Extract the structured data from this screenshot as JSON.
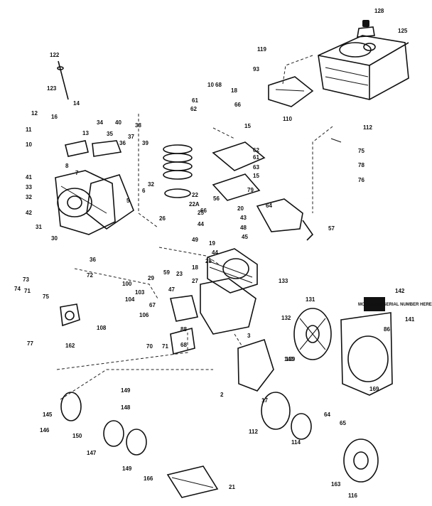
{
  "diagram": {
    "callout_labels": [
      "128",
      "125",
      "119",
      "93",
      "10",
      "18",
      "68",
      "61",
      "62",
      "66",
      "15",
      "122",
      "123",
      "14",
      "12",
      "16",
      "11",
      "13",
      "34",
      "40",
      "35",
      "36",
      "37",
      "38",
      "39",
      "10",
      "8",
      "7",
      "41",
      "33",
      "32",
      "6",
      "5",
      "42",
      "31",
      "30",
      "32",
      "22",
      "22A",
      "25",
      "26",
      "62",
      "61",
      "63",
      "15",
      "110",
      "112",
      "75",
      "78",
      "76",
      "79",
      "64",
      "57",
      "56",
      "20",
      "66",
      "43",
      "48",
      "45",
      "44",
      "49",
      "19",
      "44",
      "18",
      "28",
      "47",
      "27",
      "23",
      "29",
      "36",
      "72",
      "73",
      "74",
      "71",
      "75",
      "77",
      "162",
      "100",
      "103",
      "104",
      "108",
      "106",
      "67",
      "88",
      "68",
      "70",
      "71",
      "3",
      "133",
      "131",
      "132",
      "140",
      "142",
      "141",
      "86",
      "139",
      "169",
      "17",
      "2",
      "112",
      "114",
      "64",
      "65",
      "163",
      "116",
      "145",
      "149",
      "148",
      "150",
      "146",
      "147",
      "149",
      "166",
      "21",
      "59"
    ],
    "nameplate_text": "MODEL and SERIAL NUMBER HERE"
  }
}
